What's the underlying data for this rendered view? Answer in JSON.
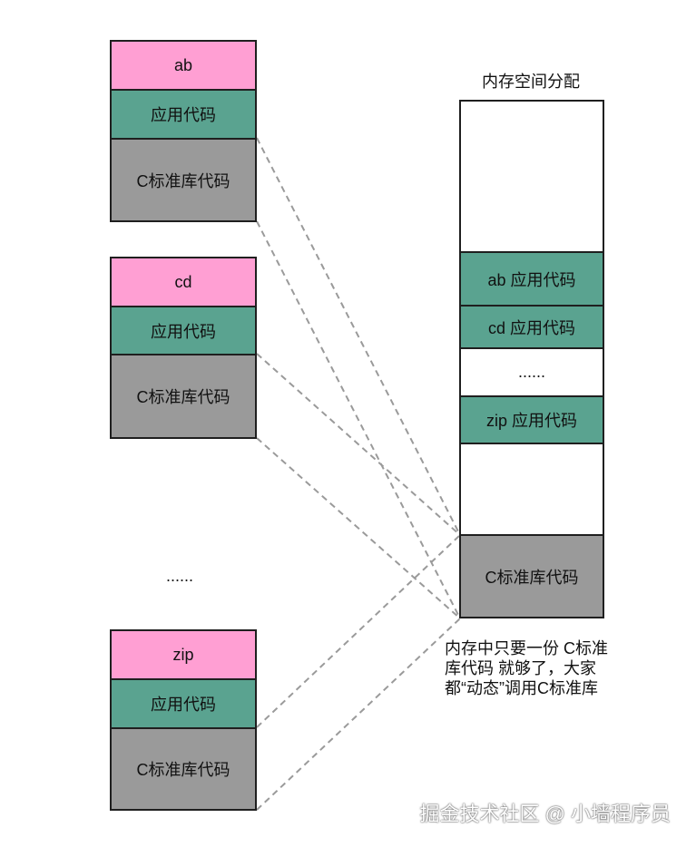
{
  "processes": [
    {
      "name": "ab",
      "app": "应用代码",
      "libc": "C标准库代码"
    },
    {
      "name": "cd",
      "app": "应用代码",
      "libc": "C标准库代码"
    },
    {
      "name": "zip",
      "app": "应用代码",
      "libc": "C标准库代码"
    }
  ],
  "ellipsis_left": "......",
  "memory": {
    "title": "内存空间分配",
    "ab_app": "ab 应用代码",
    "cd_app": "cd 应用代码",
    "ellipsis": "......",
    "zip_app": "zip 应用代码",
    "libc": "C标准库代码"
  },
  "note": {
    "line1": "内存中只要一份 C标准",
    "line2": "库代码 就够了，大家",
    "line3": "都“动态”调用C标准库"
  },
  "watermark": "掘金技术社区 @ 小墙程序员",
  "colors": {
    "process_name": "#ff9fd3",
    "app_code": "#5aa390",
    "libc": "#9a9a9a",
    "link_line": "#9a9a9a"
  }
}
